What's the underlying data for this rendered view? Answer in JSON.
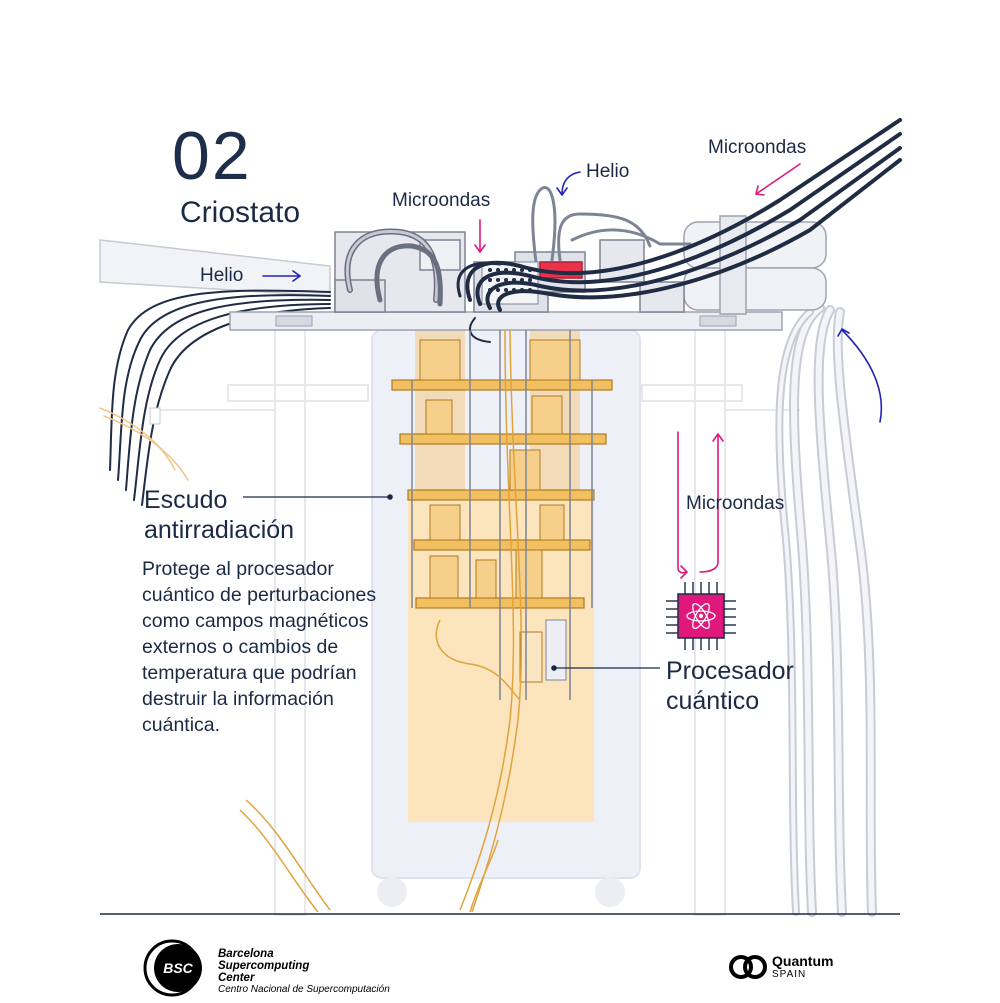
{
  "header": {
    "section_number": "02",
    "section_title": "Criostato"
  },
  "labels": {
    "helio_left": "Helio",
    "microondas_top": "Microondas",
    "helio_top": "Helio",
    "microondas_right": "Microondas",
    "microondas_side": "Microondas",
    "escudo": "Escudo antirradiación",
    "procesador": "Procesador cuántico"
  },
  "description": "Protege al procesador cuántico de perturbaciones como campos magnéticos externos o cambios de temperatura que podrían destruir la información cuántica.",
  "footer": {
    "bsc": {
      "abbr": "BSC",
      "line1": "Barcelona",
      "line2": "Supercomputing",
      "line3": "Center",
      "line4": "Centro Nacional de Supercomputación"
    },
    "quantum_spain": {
      "line1": "Quantum",
      "line2": "SPAIN"
    }
  },
  "colors": {
    "navy": "#1b2a44",
    "magenta": "#e0187c",
    "blue_arrow": "#2323b4",
    "gold": "#e0a43c",
    "shield": "#fbe3ba"
  }
}
